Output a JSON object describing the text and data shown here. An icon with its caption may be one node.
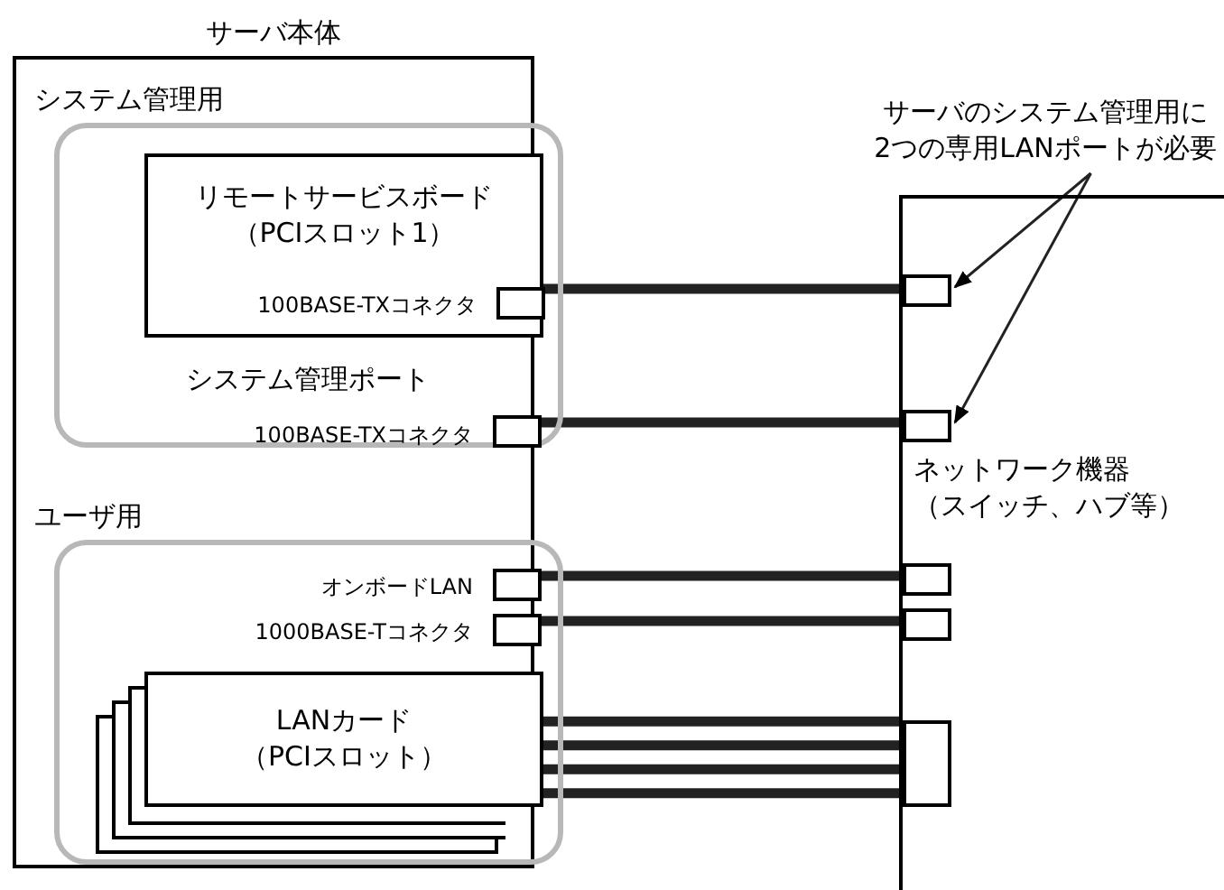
{
  "diagram": {
    "nodes": [
      {
        "text": [
          "サーバ本体"
        ]
      },
      {
        "text": [
          "システム管理用"
        ],
        "in": 0
      },
      {
        "text": [
          "リモートサービスボード",
          "（PCIスロット1）"
        ],
        "in": 1
      },
      {
        "text": [],
        "shape": "box",
        "in": 2,
        "beside": [
          "100BASE-TXコネクタ"
        ]
      },
      {
        "text": [],
        "shape": "box",
        "in": 1,
        "beside": [
          "システム管理ポート",
          "100BASE-TXコネクタ"
        ]
      },
      {
        "text": [
          "ユーザ用"
        ],
        "in": 0
      },
      {
        "text": [],
        "shape": "box",
        "in": 5,
        "beside": [
          "オンボードLAN"
        ]
      },
      {
        "text": [],
        "shape": "box",
        "in": 5,
        "beside": [
          "1000BASE-Tコネクタ"
        ]
      },
      {
        "text": [
          "LANカード",
          "（PCIスロット）"
        ],
        "in": 5
      },
      {
        "text": [
          "ネットワーク機器",
          "（スイッチ、ハブ等）"
        ]
      },
      {
        "text": [],
        "shape": "box",
        "in": 9
      },
      {
        "text": [],
        "shape": "box",
        "in": 9
      },
      {
        "text": [],
        "shape": "box",
        "in": 9
      },
      {
        "text": [],
        "shape": "box",
        "in": 9
      },
      {
        "text": [],
        "shape": "box",
        "in": 9
      },
      {
        "text": [
          "サーバのシステム管理用に 2つの専用LANポートが必要"
        ]
      }
    ],
    "edges": [
      {
        "from": 3,
        "to": 10,
        "arrow": "none"
      },
      {
        "from": 4,
        "to": 11,
        "arrow": "none"
      },
      {
        "from": 6,
        "to": 12,
        "arrow": "none"
      },
      {
        "from": 7,
        "to": 13,
        "arrow": "none"
      },
      {
        "from": 8,
        "to": 14,
        "arrow": "none"
      },
      {
        "from": 8,
        "to": 14,
        "arrow": "none"
      },
      {
        "from": 8,
        "to": 14,
        "arrow": "none"
      },
      {
        "from": 8,
        "to": 14,
        "arrow": "none"
      },
      {
        "from": 15,
        "to": 10,
        "arrow": "to"
      },
      {
        "from": 15,
        "to": 11,
        "arrow": "to"
      }
    ]
  }
}
